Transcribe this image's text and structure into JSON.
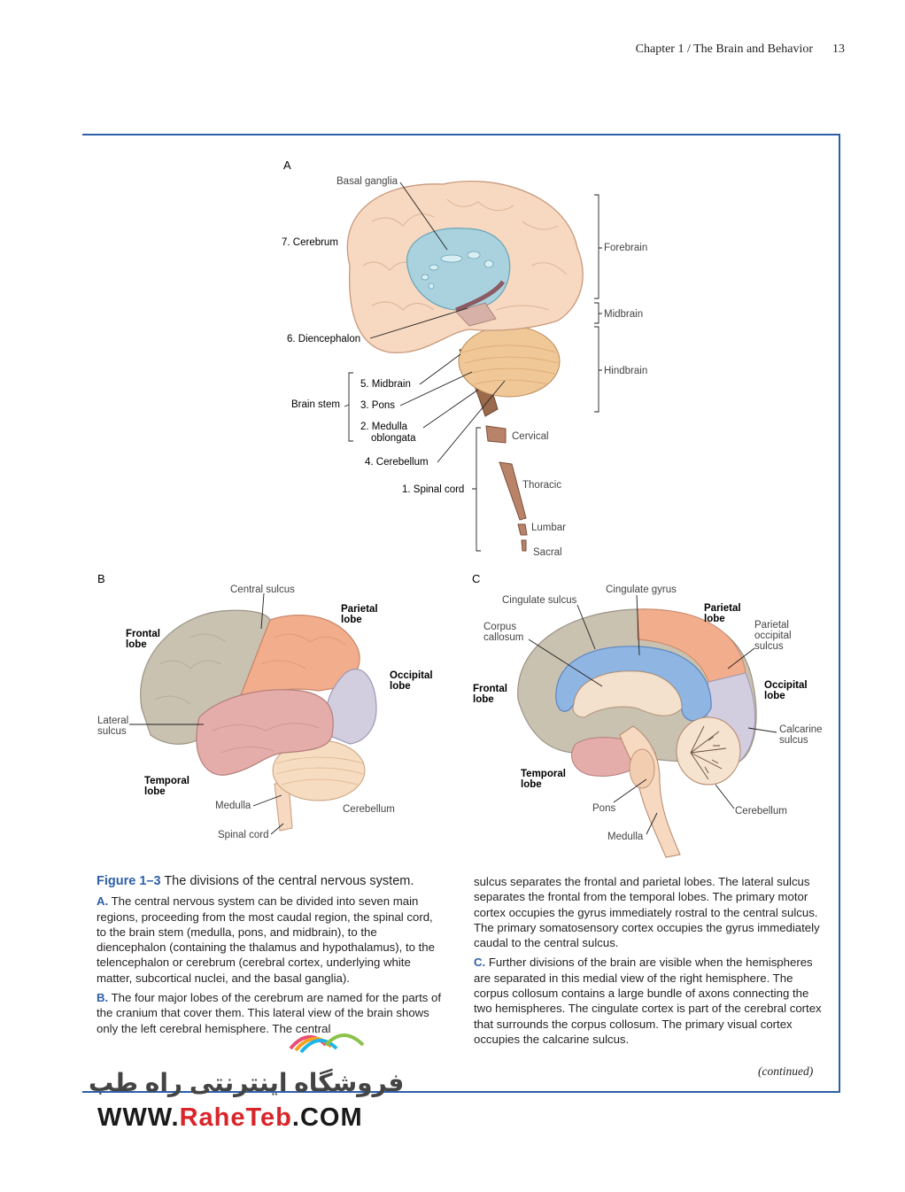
{
  "header": {
    "running_title": "Chapter 1 / The Brain and Behavior",
    "page_number": "13"
  },
  "panel_a": {
    "letter": "A",
    "labels": {
      "basal_ganglia": "Basal ganglia",
      "cerebrum": "7. Cerebrum",
      "diencephalon": "6. Diencephalon",
      "midbrain": "5. Midbrain",
      "pons": "3. Pons",
      "medulla_1": "2. Medulla",
      "medulla_2": "oblongata",
      "cerebellum": "4. Cerebellum",
      "spinal_cord": "1. Spinal cord",
      "brain_stem": "Brain stem",
      "forebrain": "Forebrain",
      "midbrain_div": "Midbrain",
      "hindbrain": "Hindbrain",
      "cervical": "Cervical",
      "thoracic": "Thoracic",
      "lumbar": "Lumbar",
      "sacral": "Sacral"
    }
  },
  "panel_b": {
    "letter": "B",
    "labels": {
      "central_sulcus": "Central sulcus",
      "parietal_1": "Parietal",
      "parietal_2": "lobe",
      "frontal_1": "Frontal",
      "frontal_2": "lobe",
      "occipital_1": "Occipital",
      "occipital_2": "lobe",
      "lateral_1": "Lateral",
      "lateral_2": "sulcus",
      "temporal_1": "Temporal",
      "temporal_2": "lobe",
      "medulla": "Medulla",
      "cerebellum": "Cerebellum",
      "spinal_cord": "Spinal cord"
    }
  },
  "panel_c": {
    "letter": "C",
    "labels": {
      "cingulate_sulcus": "Cingulate sulcus",
      "cingulate_gyrus": "Cingulate gyrus",
      "parietal_1": "Parietal",
      "parietal_2": "lobe",
      "corpus_1": "Corpus",
      "corpus_2": "callosum",
      "parocc_1": "Parietal",
      "parocc_2": "occipital",
      "parocc_3": "sulcus",
      "frontal_1": "Frontal",
      "frontal_2": "lobe",
      "occipital_1": "Occipital",
      "occipital_2": "lobe",
      "calcarine_1": "Calcarine",
      "calcarine_2": "sulcus",
      "temporal_1": "Temporal",
      "temporal_2": "lobe",
      "pons": "Pons",
      "cerebellum": "Cerebellum",
      "medulla": "Medulla"
    }
  },
  "caption": {
    "label": "Figure 1–3",
    "title": "The divisions of the central nervous system.",
    "para_a_letter": "A.",
    "para_a": "The central nervous system can be divided into seven main regions, proceeding from the most caudal region, the spinal cord, to the brain stem (medulla, pons, and midbrain), to the diencephalon (containing the thalamus and hypothalamus), to the telencephalon or cerebrum (cerebral cortex, underlying white matter, subcortical nuclei, and the basal ganglia).",
    "para_b_letter": "B.",
    "para_b": "The four major lobes of the cerebrum are named for the parts of the cranium that cover them. This lateral view of the brain shows only the left cerebral hemisphere. The central",
    "para_b_cont": "sulcus separates the frontal and parietal lobes. The lateral sulcus separates the frontal from the temporal lobes. The primary motor cortex occupies the gyrus immediately rostral to the central sulcus. The primary somatosensory cortex occupies the gyrus immediately caudal to the central sulcus.",
    "para_c_letter": "C.",
    "para_c": "Further divisions of the brain are visible when the hemispheres are separated in this medial view of the right hemisphere. The corpus collosum contains a large bundle of axons connecting the two hemispheres. The cingulate cortex is part of the cerebral cortex that surrounds the corpus collosum. The primary visual cortex occupies the calcarine sulcus.",
    "continued": "(continued)"
  },
  "watermark": {
    "persian": "فروشگاه اینترنتی راه طب",
    "url_start": "WWW.",
    "url_mid": "RaheTeb",
    "url_end": ".COM"
  },
  "colors": {
    "frame_blue": "#2e5fa8",
    "cerebrum": "#f6d9c0",
    "basal_ganglia": "#a9d2de",
    "cerebellum": "#f0c897",
    "brainstem": "#9b6a4c",
    "frontal": "#c9c2b1",
    "parietal": "#f2ae8c",
    "occipital": "#d3cde0",
    "temporal": "#e5adaa",
    "cingulate": "#8fb5e2",
    "watermark_red": "#d9252a"
  }
}
